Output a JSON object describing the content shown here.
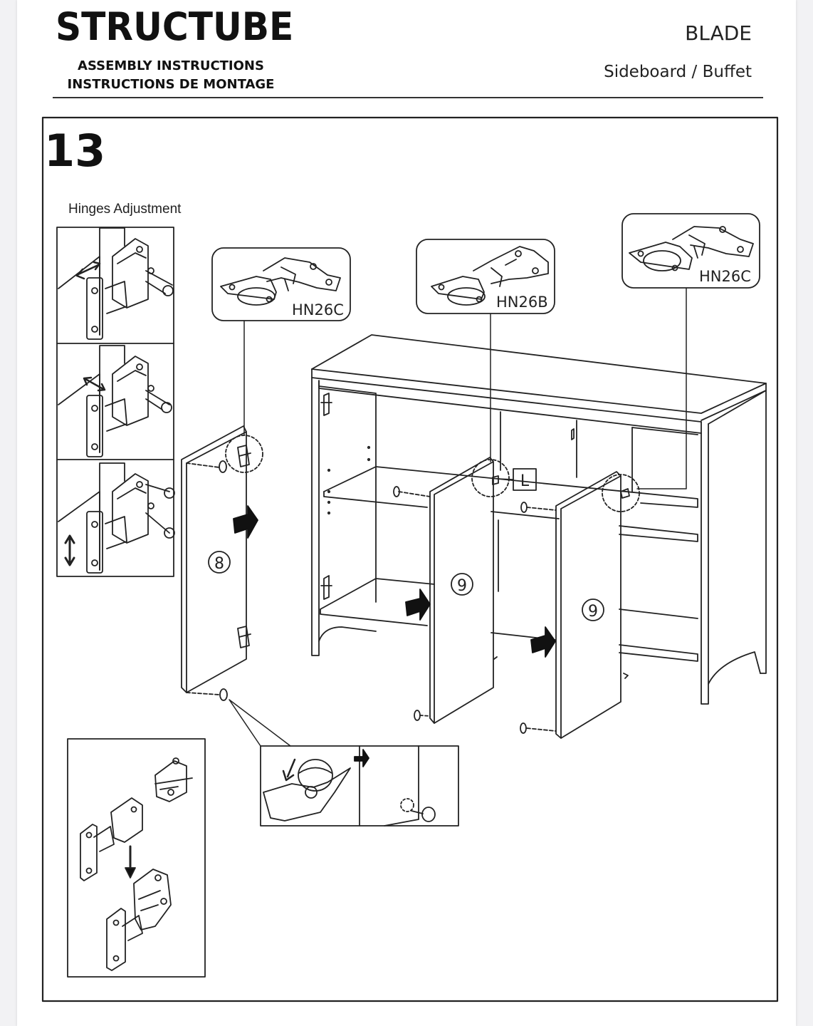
{
  "header": {
    "brand": "STRUCTUBE",
    "subtitle_en": "ASSEMBLY INSTRUCTIONS",
    "subtitle_fr": "INSTRUCTIONS DE MONTAGE",
    "model": "BLADE",
    "product_type": "Sideboard / Buffet"
  },
  "step": {
    "number": "13",
    "hinges_label": "Hinges Adjustment"
  },
  "callouts": {
    "left_hinge": "HN26C",
    "middle_hinge": "HN26B",
    "right_hinge": "HN26C",
    "label_l": "L"
  },
  "parts": {
    "door_left": "8",
    "door_middle": "9",
    "door_right": "9"
  }
}
